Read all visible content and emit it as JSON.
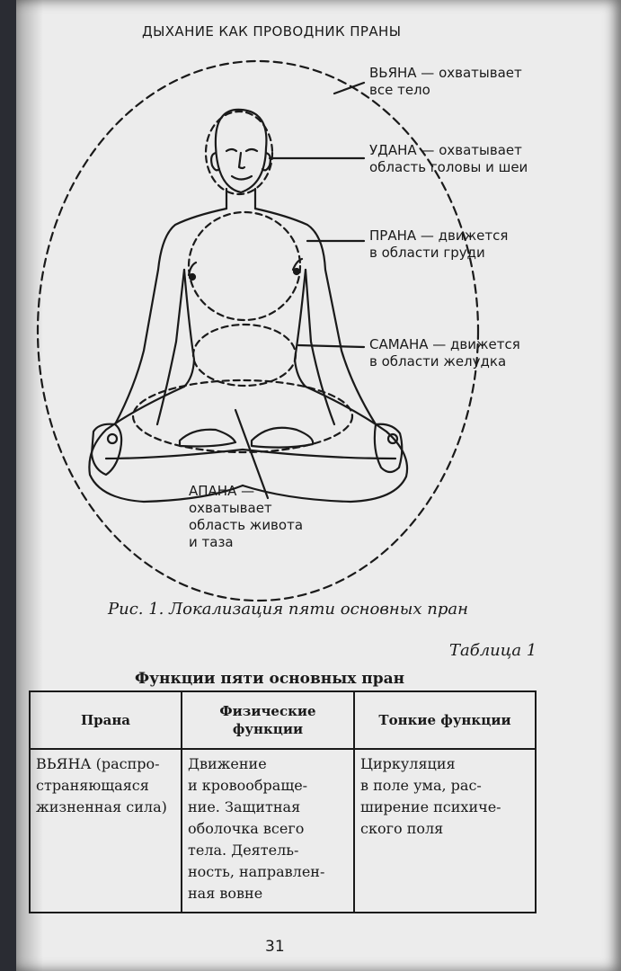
{
  "header": "ДЫХАНИЕ КАК ПРОВОДНИК ПРАНЫ",
  "annotations": {
    "vyana": [
      "ВЬЯНА — охватывает",
      "все тело"
    ],
    "udana": [
      "УДАНА — охватывает",
      "область головы и шеи"
    ],
    "prana": [
      "ПРАНА — движется",
      "в области груди"
    ],
    "samana": [
      "САМАНА — движется",
      "в области желудка"
    ],
    "apana": [
      "АПАНА —",
      "охватывает",
      "область живота",
      "и таза"
    ]
  },
  "caption": "Рис. 1. Локализация пяти основных пран",
  "table_label": "Таблица 1",
  "table_title": "Функции пяти основных пран",
  "table": {
    "headers": [
      "Прана",
      "Физические функции",
      "Тонкие функции"
    ],
    "rows": [
      {
        "prana": [
          "ВЬЯНА (распро-",
          "страняющаяся",
          "жизненная сила)"
        ],
        "physical": [
          "Движение",
          "и кровообраще-",
          "ние. Защитная",
          "оболочка всего",
          "тела. Деятель-",
          "ность, направлен-",
          "ная вовне"
        ],
        "subtle": [
          "Циркуляция",
          "в поле ума, рас-",
          "ширение психиче-",
          "ского поля"
        ]
      }
    ]
  },
  "page_number": "31"
}
